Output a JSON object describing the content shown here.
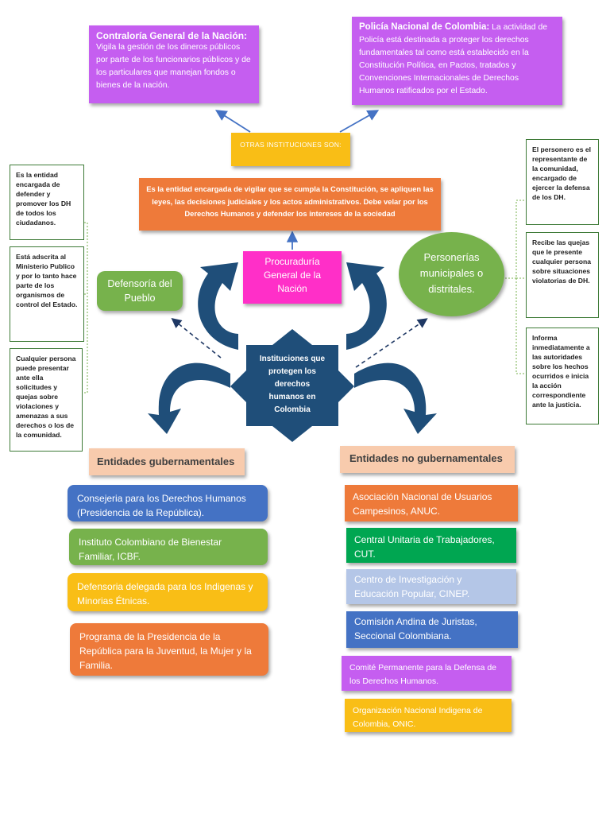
{
  "contraloria": {
    "title": "Contraloría General de la Nación:",
    "body": "Vigila la gestión de los dineros públicos por parte de los funcionarios públicos y de los particulares que manejan fondos o bienes de la nación."
  },
  "policia": {
    "title": "Policía Nacional de Colombia:",
    "body": "La actividad de Policía está destinada a proteger los derechos fundamentales tal como está establecido en la Constitución Política, en Pactos, tratados y Convenciones Internacionales de Derechos Humanos ratificados por el Estado."
  },
  "otras": "OTRAS INSTITUCIONES SON:",
  "procuraduria_desc": "Es la entidad encargada de vigilar que se cumpla la Constitución, se apliquen las leyes, las decisiones judiciales y los actos administrativos. Debe velar por los Derechos Humanos y defender los intereses de la sociedad",
  "procuraduria": "Procuraduría General de la Nación",
  "personerias": "Personerías municipales o distritales.",
  "defensoria": "Defensoría del Pueblo",
  "center": "Instituciones que protegen los derechos humanos en Colombia",
  "left_notes": [
    "Es la entidad encargada de defender y promover los DH de todos los ciudadanos.",
    "Está adscrita al Ministerio Publico y por lo tanto hace parte de los organismos de control del Estado.",
    "Cualquier persona puede presentar ante ella solicitudes y quejas sobre violaciones y amenazas a sus derechos o los de la comunidad."
  ],
  "right_notes": [
    "El personero es el representante de la comunidad, encargado de ejercer la defensa de los DH.",
    "Recibe las quejas que le presente cualquier persona sobre situaciones violatorias de DH.",
    "Informa inmediatamente a las autoridades sobre los hechos ocurridos e inicia la acción correspondiente ante la justicia."
  ],
  "gubernamentales": {
    "header": "Entidades gubernamentales",
    "items": [
      "Consejeria para los Derechos Humanos (Presidencia de la República).",
      "Instituto Colombiano de Bienestar Familiar, ICBF.",
      "Defensoria delegada para los Indigenas y Minorias Étnicas.",
      "Programa de la Presidencia de la República para la Juventud, la Mujer y la Familia."
    ]
  },
  "no_gubernamentales": {
    "header": "Entidades no gubernamentales",
    "items": [
      "Asociación Nacional de Usuarios Campesinos, ANUC.",
      "Central Unitaria de Trabajadores, CUT.",
      "Centro de Investigación y Educación Popular, CINEP.",
      "Comisión Andina de Juristas, Seccional Colombiana.",
      "Comité Permanente para la Defensa de los Derechos Humanos.",
      "Organización Nacional Indigena de Colombia, ONIC."
    ]
  },
  "colors": {
    "purple": "#c55ef0",
    "orange": "#ee7a3a",
    "yellow": "#f9be16",
    "magenta": "#ff2fc8",
    "green": "#77b24c",
    "navy": "#1f4e79",
    "peach": "#f8cbad",
    "blue": "#4472c4",
    "light_blue": "#b4c6e7",
    "dark_green": "#00a651"
  }
}
